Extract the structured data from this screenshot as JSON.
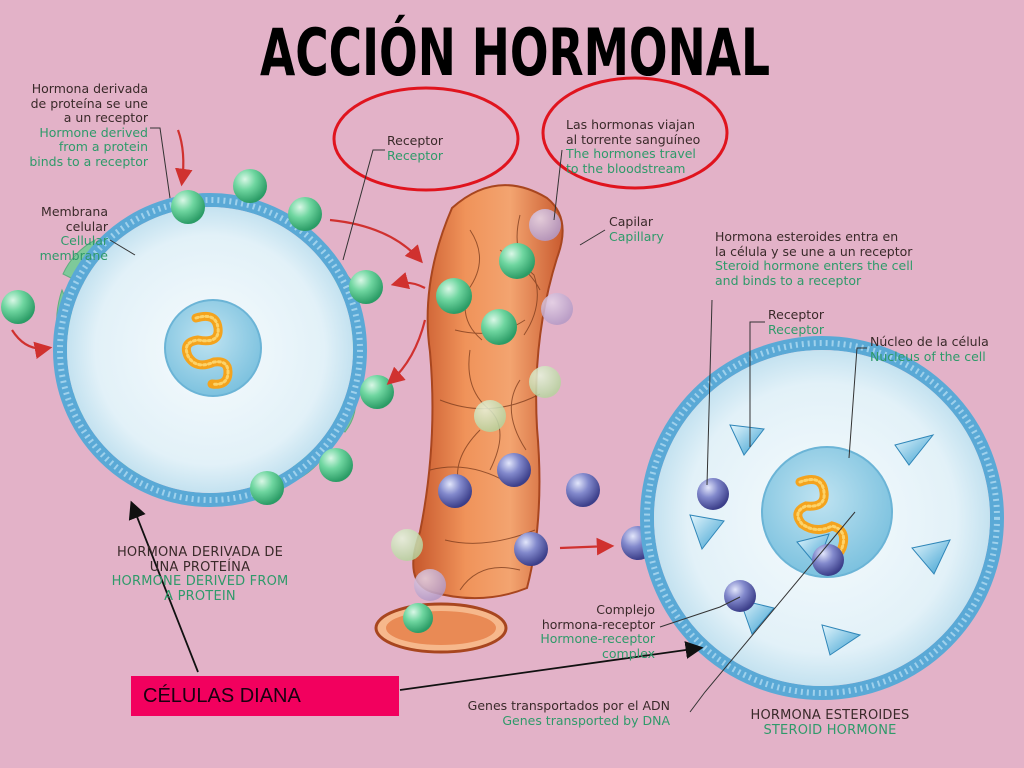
{
  "title": "ACCIÓN HORMONAL",
  "labels": {
    "protein_binds": {
      "es": [
        "Hormona derivada",
        "de proteína se une",
        "a un receptor"
      ],
      "en": [
        "Hormone derived",
        "from a protein",
        "binds to a receptor"
      ]
    },
    "membrane": {
      "es": [
        "Membrana",
        "celular"
      ],
      "en": [
        "Cellular",
        "membrane"
      ]
    },
    "receptor_top": {
      "es": [
        "Receptor"
      ],
      "en": [
        "Receptor"
      ]
    },
    "travel": {
      "es": [
        "Las hormonas viajan",
        "al torrente sanguíneo"
      ],
      "en": [
        "The hormones travel",
        "to the bloodstream"
      ]
    },
    "capillary": {
      "es": [
        "Capilar"
      ],
      "en": [
        "Capillary"
      ]
    },
    "steroid_enters": {
      "es": [
        "Hormona esteroides entra en",
        "la célula y se une a un receptor"
      ],
      "en": [
        "Steroid hormone enters the cell",
        "and binds to a receptor"
      ]
    },
    "receptor_right": {
      "es": [
        "Receptor"
      ],
      "en": [
        "Receptor"
      ]
    },
    "nucleus": {
      "es": [
        "Núcleo de la célula"
      ],
      "en": [
        "Nucleus of the cell"
      ]
    },
    "protein_hormone": {
      "es": [
        "HORMONA DERIVADA DE",
        "UNA PROTEÍNA"
      ],
      "en": [
        "HORMONE DERIVED FROM",
        "A PROTEIN"
      ]
    },
    "complex": {
      "es": [
        "Complejo",
        "hormona-receptor"
      ],
      "en": [
        "Hormone-receptor",
        "complex"
      ]
    },
    "genes": {
      "es": [
        "Genes transportados por el ADN"
      ],
      "en": [
        "Genes transported by DNA"
      ]
    },
    "steroid_hormone": {
      "es": [
        "HORMONA ESTEROIDES"
      ],
      "en": [
        "STEROID HORMONE"
      ]
    }
  },
  "target_cells": "CÉLULAS DIANA",
  "colors": {
    "background": "#e3b2c8",
    "highlight_circle": "#e0141e",
    "target_box": "#f2005e",
    "english_text": "#2f9a6a",
    "membrane": "#5aa9d6",
    "capillary": "#e8844e"
  }
}
